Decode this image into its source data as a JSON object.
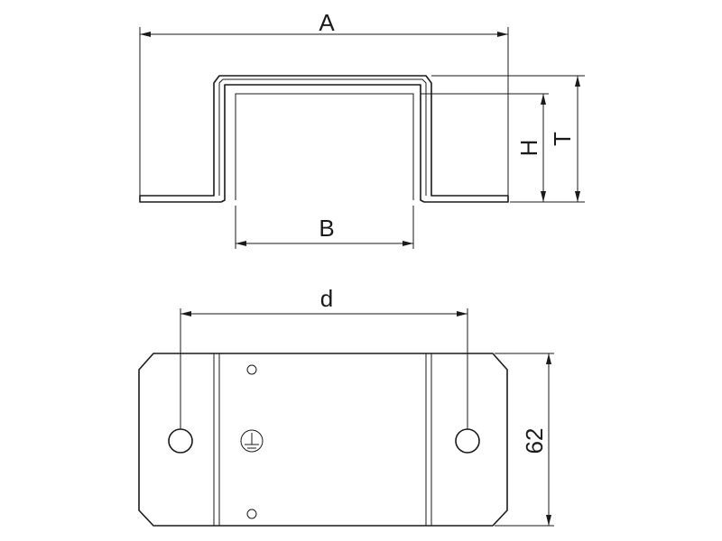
{
  "labels": {
    "width_a": "A",
    "inner_b": "B",
    "height_h": "H",
    "total_t": "T",
    "hole_pitch_d": "d",
    "plate_width": "62"
  },
  "icons": {
    "ground": "ground-symbol-icon"
  }
}
